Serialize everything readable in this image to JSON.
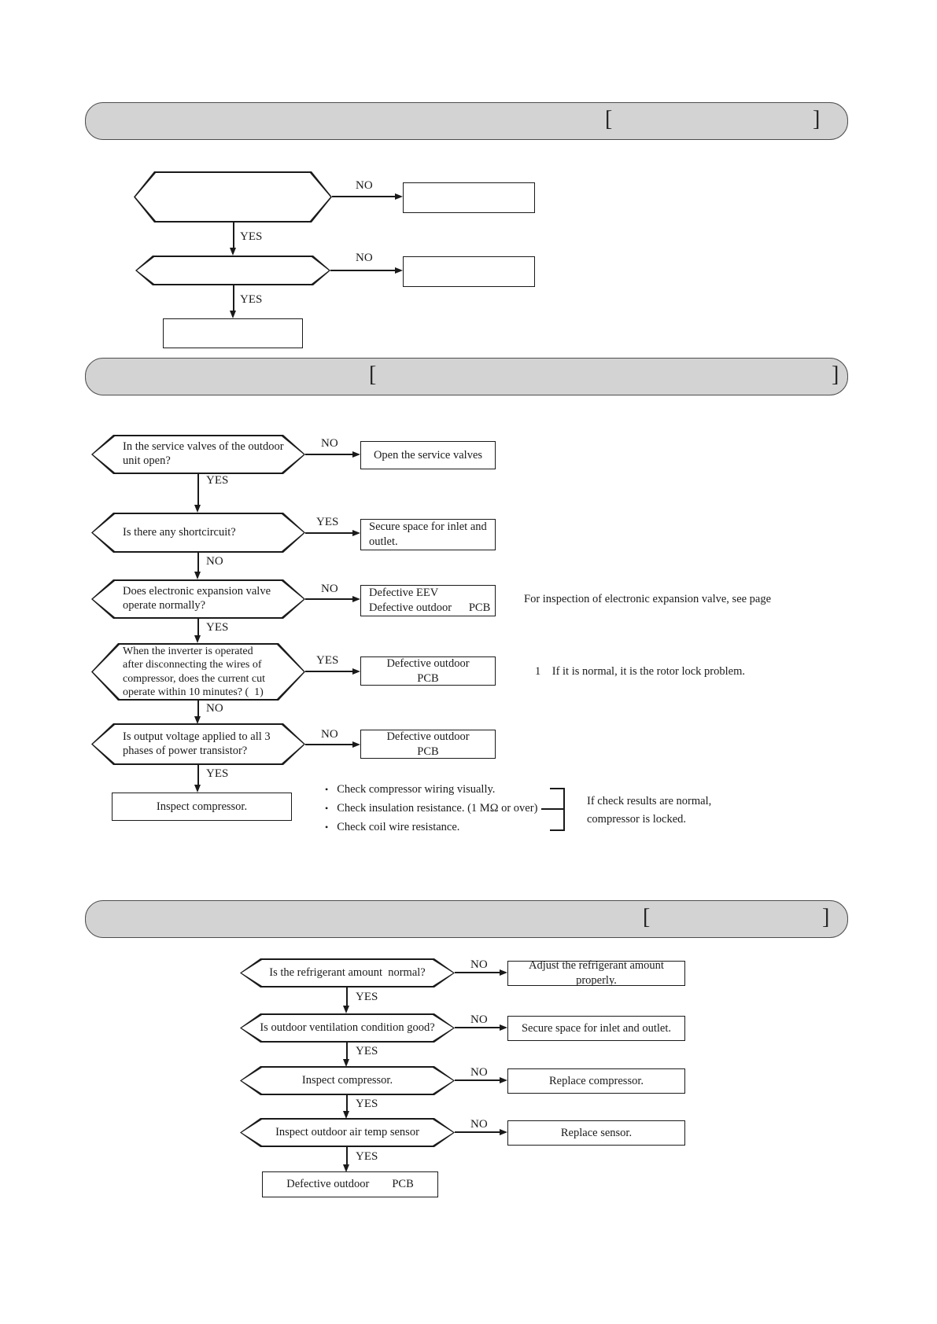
{
  "labels": {
    "yes": "YES",
    "no": "NO",
    "bullet": "•"
  },
  "sections": {
    "s1": {
      "open": "[",
      "close": "]"
    },
    "s2": {
      "open": "[",
      "close": "]"
    },
    "s3": {
      "open": "[",
      "close": "]"
    }
  },
  "colors": {
    "ink": "#1a1a1a",
    "bar_fill": "#d3d3d3",
    "bar_border": "#4d4d4d"
  },
  "flow2": {
    "d1": "In the service valves of the outdoor\nunit open?",
    "a1": "Open the service valves",
    "d2": "Is there any shortcircuit?",
    "a2": "Secure space for inlet and\noutlet.",
    "d3": "Does electronic expansion valve\noperate normally?",
    "a3": "Defective EEV\nDefective outdoor      PCB",
    "note3": "For inspection of electronic expansion valve, see page",
    "d4": "When the inverter is operated\nafter disconnecting the wires of\ncompressor, does the current cut\noperate within 10 minutes? (  1)",
    "a4": "Defective outdoor\nPCB",
    "note4": "1    If it is normal, it is the rotor lock problem.",
    "d5": "Is output voltage applied to all 3\nphases of power transistor?",
    "a5": "Defective outdoor\nPCB",
    "result": "Inspect compressor.",
    "checks": [
      "Check compressor wiring visually.",
      "Check insulation resistance. (1 MΩ or over)",
      "Check coil wire resistance."
    ],
    "check_note": "If check results are normal,\ncompressor is locked."
  },
  "flow3": {
    "d1": "Is the refrigerant amount  normal?",
    "a1": "Adjust the refrigerant amount properly.",
    "d2": "Is outdoor ventilation condition good?",
    "a2": "Secure space for inlet and outlet.",
    "d3": "Inspect compressor.",
    "a3": "Replace compressor.",
    "d4": "Inspect outdoor air temp sensor",
    "a4": "Replace sensor.",
    "result": "Defective outdoor        PCB"
  }
}
